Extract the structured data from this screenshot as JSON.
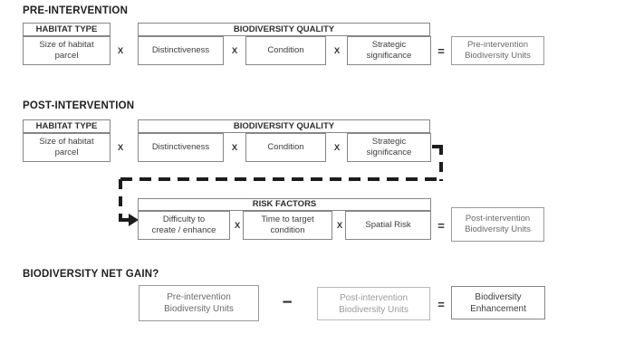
{
  "colors": {
    "background": "#ffffff",
    "box_border": "#868686",
    "text": "#3d3d3d",
    "connector": "#1c1c1c",
    "grayed_text": "#9b9b9b"
  },
  "pre": {
    "title": "PRE-INTERVENTION",
    "habitat": {
      "header": "HABITAT TYPE",
      "value": "Size of habitat\nparcel"
    },
    "quality": {
      "header": "BIODIVERSITY QUALITY",
      "factors": [
        "Distinctiveness",
        "Condition",
        "Strategic\nsignificance"
      ]
    },
    "multiply": "X",
    "equals": "=",
    "result": "Pre-intervention\nBiodiversity Units"
  },
  "post": {
    "title": "POST-INTERVENTION",
    "habitat": {
      "header": "HABITAT TYPE",
      "value": "Size of habitat\nparcel"
    },
    "quality": {
      "header": "BIODIVERSITY QUALITY",
      "factors": [
        "Distinctiveness",
        "Condition",
        "Strategic\nsignificance"
      ]
    },
    "risk": {
      "header": "RISK FACTORS",
      "factors": [
        "Difficulty to\ncreate / enhance",
        "Time to target\ncondition",
        "Spatial Risk"
      ]
    },
    "multiply": "X",
    "equals": "=",
    "result": "Post-intervention\nBiodiversity Units"
  },
  "net_gain": {
    "title": "BIODIVERSITY NET GAIN?",
    "minuend": "Pre-intervention\nBiodiversity Units",
    "minus": "−",
    "subtrahend": "Post-intervention\nBiodiversity Units",
    "equals": "=",
    "result": "Biodiversity\nEnhancement"
  }
}
